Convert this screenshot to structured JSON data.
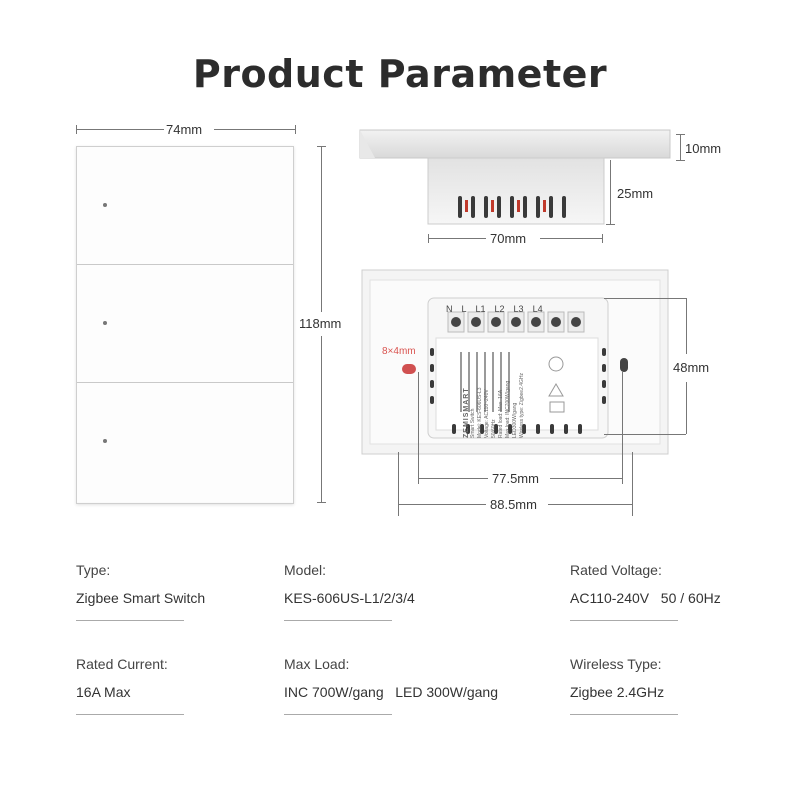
{
  "title": "Product Parameter",
  "dimensions": {
    "front_width": "74mm",
    "front_height": "118mm",
    "side_thickness": "10mm",
    "side_depth": "25mm",
    "side_width": "70mm",
    "back_hole": "8×4mm",
    "back_height": "48mm",
    "hole_spacing": "77.5mm",
    "back_width": "88.5mm"
  },
  "module": {
    "brand": "ZEMISMART",
    "name": "Smart Switch",
    "text_lines": [
      "Model: KES-606US-L3",
      "Voltage: AC110~240V",
      "50/60Hz",
      "Rated load: Max. 16A",
      "Max.load: INC700W/gang",
      "LED300W/gang",
      "Wireless type: Zigbee2.4GHz"
    ],
    "terminals": [
      "N",
      "L",
      "L1",
      "L2",
      "L3",
      "L4"
    ]
  },
  "specs": [
    {
      "label": "Type:",
      "value": "Zigbee Smart Switch"
    },
    {
      "label": "Model:",
      "value": "KES-606US-L1/2/3/4"
    },
    {
      "label": "Rated Voltage:",
      "value": "AC110-240V   50 / 60Hz"
    },
    {
      "label": "Rated Current:",
      "value": "16A Max"
    },
    {
      "label": "Max Load:",
      "value": "INC 700W/gang   LED 300W/gang"
    },
    {
      "label": "Wireless Type:",
      "value": "Zigbee 2.4GHz"
    }
  ],
  "colors": {
    "panel": "#fafafa",
    "accent_red": "#d9534f"
  }
}
